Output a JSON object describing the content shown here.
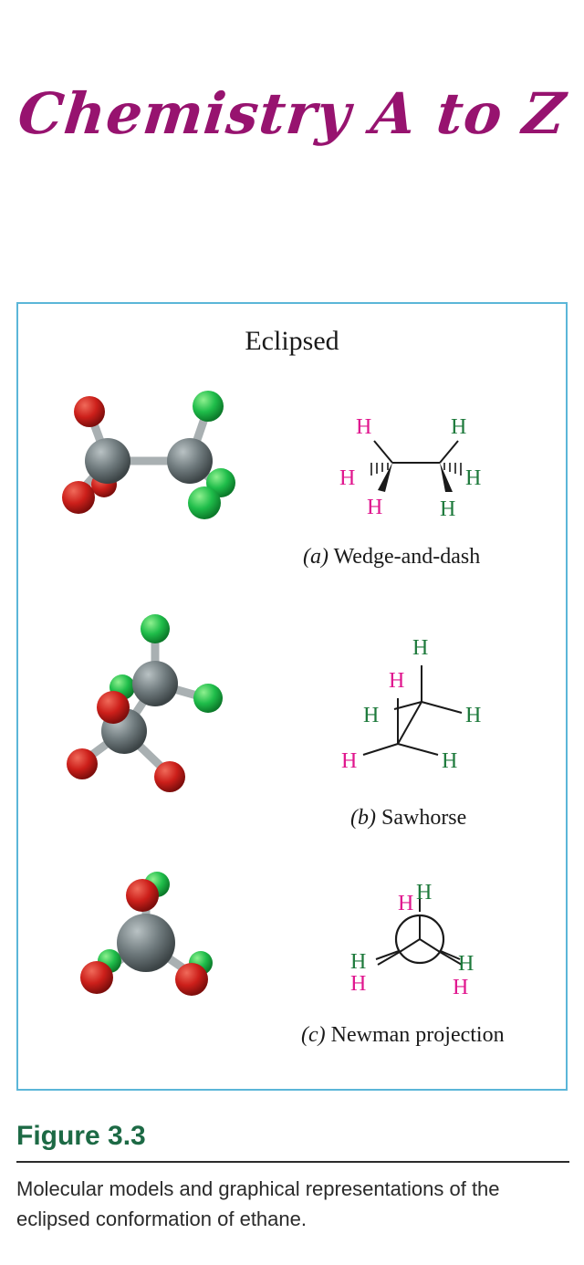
{
  "brand": {
    "title": "Chemistry A to Z"
  },
  "figure": {
    "heading": "Eclipsed",
    "panels": [
      {
        "letter": "(a)",
        "caption": "Wedge-and-dash"
      },
      {
        "letter": "(b)",
        "caption": "Sawhorse"
      },
      {
        "letter": "(c)",
        "caption": "Newman projection"
      }
    ],
    "atom_label": "H",
    "colors": {
      "front_hydrogen": "#e0168e",
      "back_hydrogen": "#1e7a3c",
      "carbon_atom": "#6f7a7d",
      "red_atom": "#cc1f1a",
      "green_atom": "#1fbd4a",
      "frame": "#5bb6d8",
      "brand": "#97136f",
      "figure_number": "#1d6a45"
    }
  },
  "caption": {
    "number": "Figure 3.3",
    "text": "Molecular models and graphical representations of the eclipsed conformation of ethane."
  }
}
